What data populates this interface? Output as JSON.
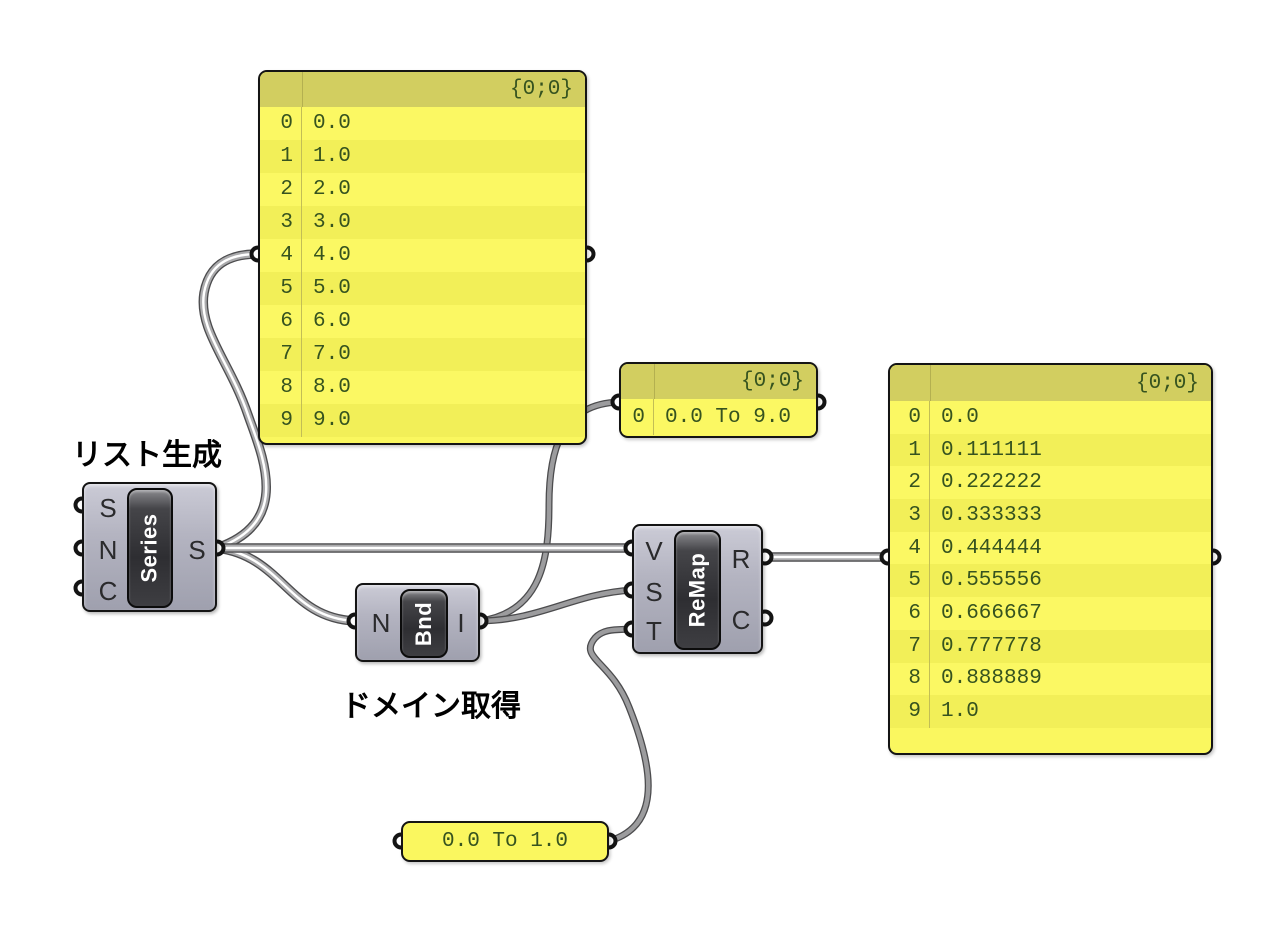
{
  "labels": {
    "series_group": "リスト生成",
    "domain_group": "ドメイン取得"
  },
  "components": {
    "series": {
      "name": "Series",
      "inputs": [
        "S",
        "N",
        "C"
      ],
      "outputs": [
        "S"
      ]
    },
    "bounds": {
      "name": "Bnd",
      "inputs": [
        "N"
      ],
      "outputs": [
        "I"
      ]
    },
    "remap": {
      "name": "ReMap",
      "inputs": [
        "V",
        "S",
        "T"
      ],
      "outputs": [
        "R",
        "C"
      ]
    }
  },
  "panels": {
    "series_values": {
      "header": "{0;0}",
      "rows": [
        [
          "0",
          "0.0"
        ],
        [
          "1",
          "1.0"
        ],
        [
          "2",
          "2.0"
        ],
        [
          "3",
          "3.0"
        ],
        [
          "4",
          "4.0"
        ],
        [
          "5",
          "5.0"
        ],
        [
          "6",
          "6.0"
        ],
        [
          "7",
          "7.0"
        ],
        [
          "8",
          "8.0"
        ],
        [
          "9",
          "9.0"
        ]
      ]
    },
    "domain_value": {
      "header": "{0;0}",
      "rows": [
        [
          "0",
          "0.0 To 9.0"
        ]
      ]
    },
    "remap_values": {
      "header": "{0;0}",
      "rows": [
        [
          "0",
          "0.0"
        ],
        [
          "1",
          "0.111111"
        ],
        [
          "2",
          "0.222222"
        ],
        [
          "3",
          "0.333333"
        ],
        [
          "4",
          "0.444444"
        ],
        [
          "5",
          "0.555556"
        ],
        [
          "6",
          "0.666667"
        ],
        [
          "7",
          "0.777778"
        ],
        [
          "8",
          "0.888889"
        ],
        [
          "9",
          "1.0"
        ]
      ]
    },
    "target_domain": {
      "value": "0.0 To 1.0"
    }
  },
  "colors": {
    "canvas": "#ffffff",
    "panel_yellow": "#faf75f",
    "panel_header_olive": "#d2ce60",
    "panel_text_green": "#36531f",
    "component_gray": "#b4b4c1",
    "capsule_dark": "#323236",
    "wire_gray": "#9c9c9e",
    "border_black": "#141414"
  }
}
